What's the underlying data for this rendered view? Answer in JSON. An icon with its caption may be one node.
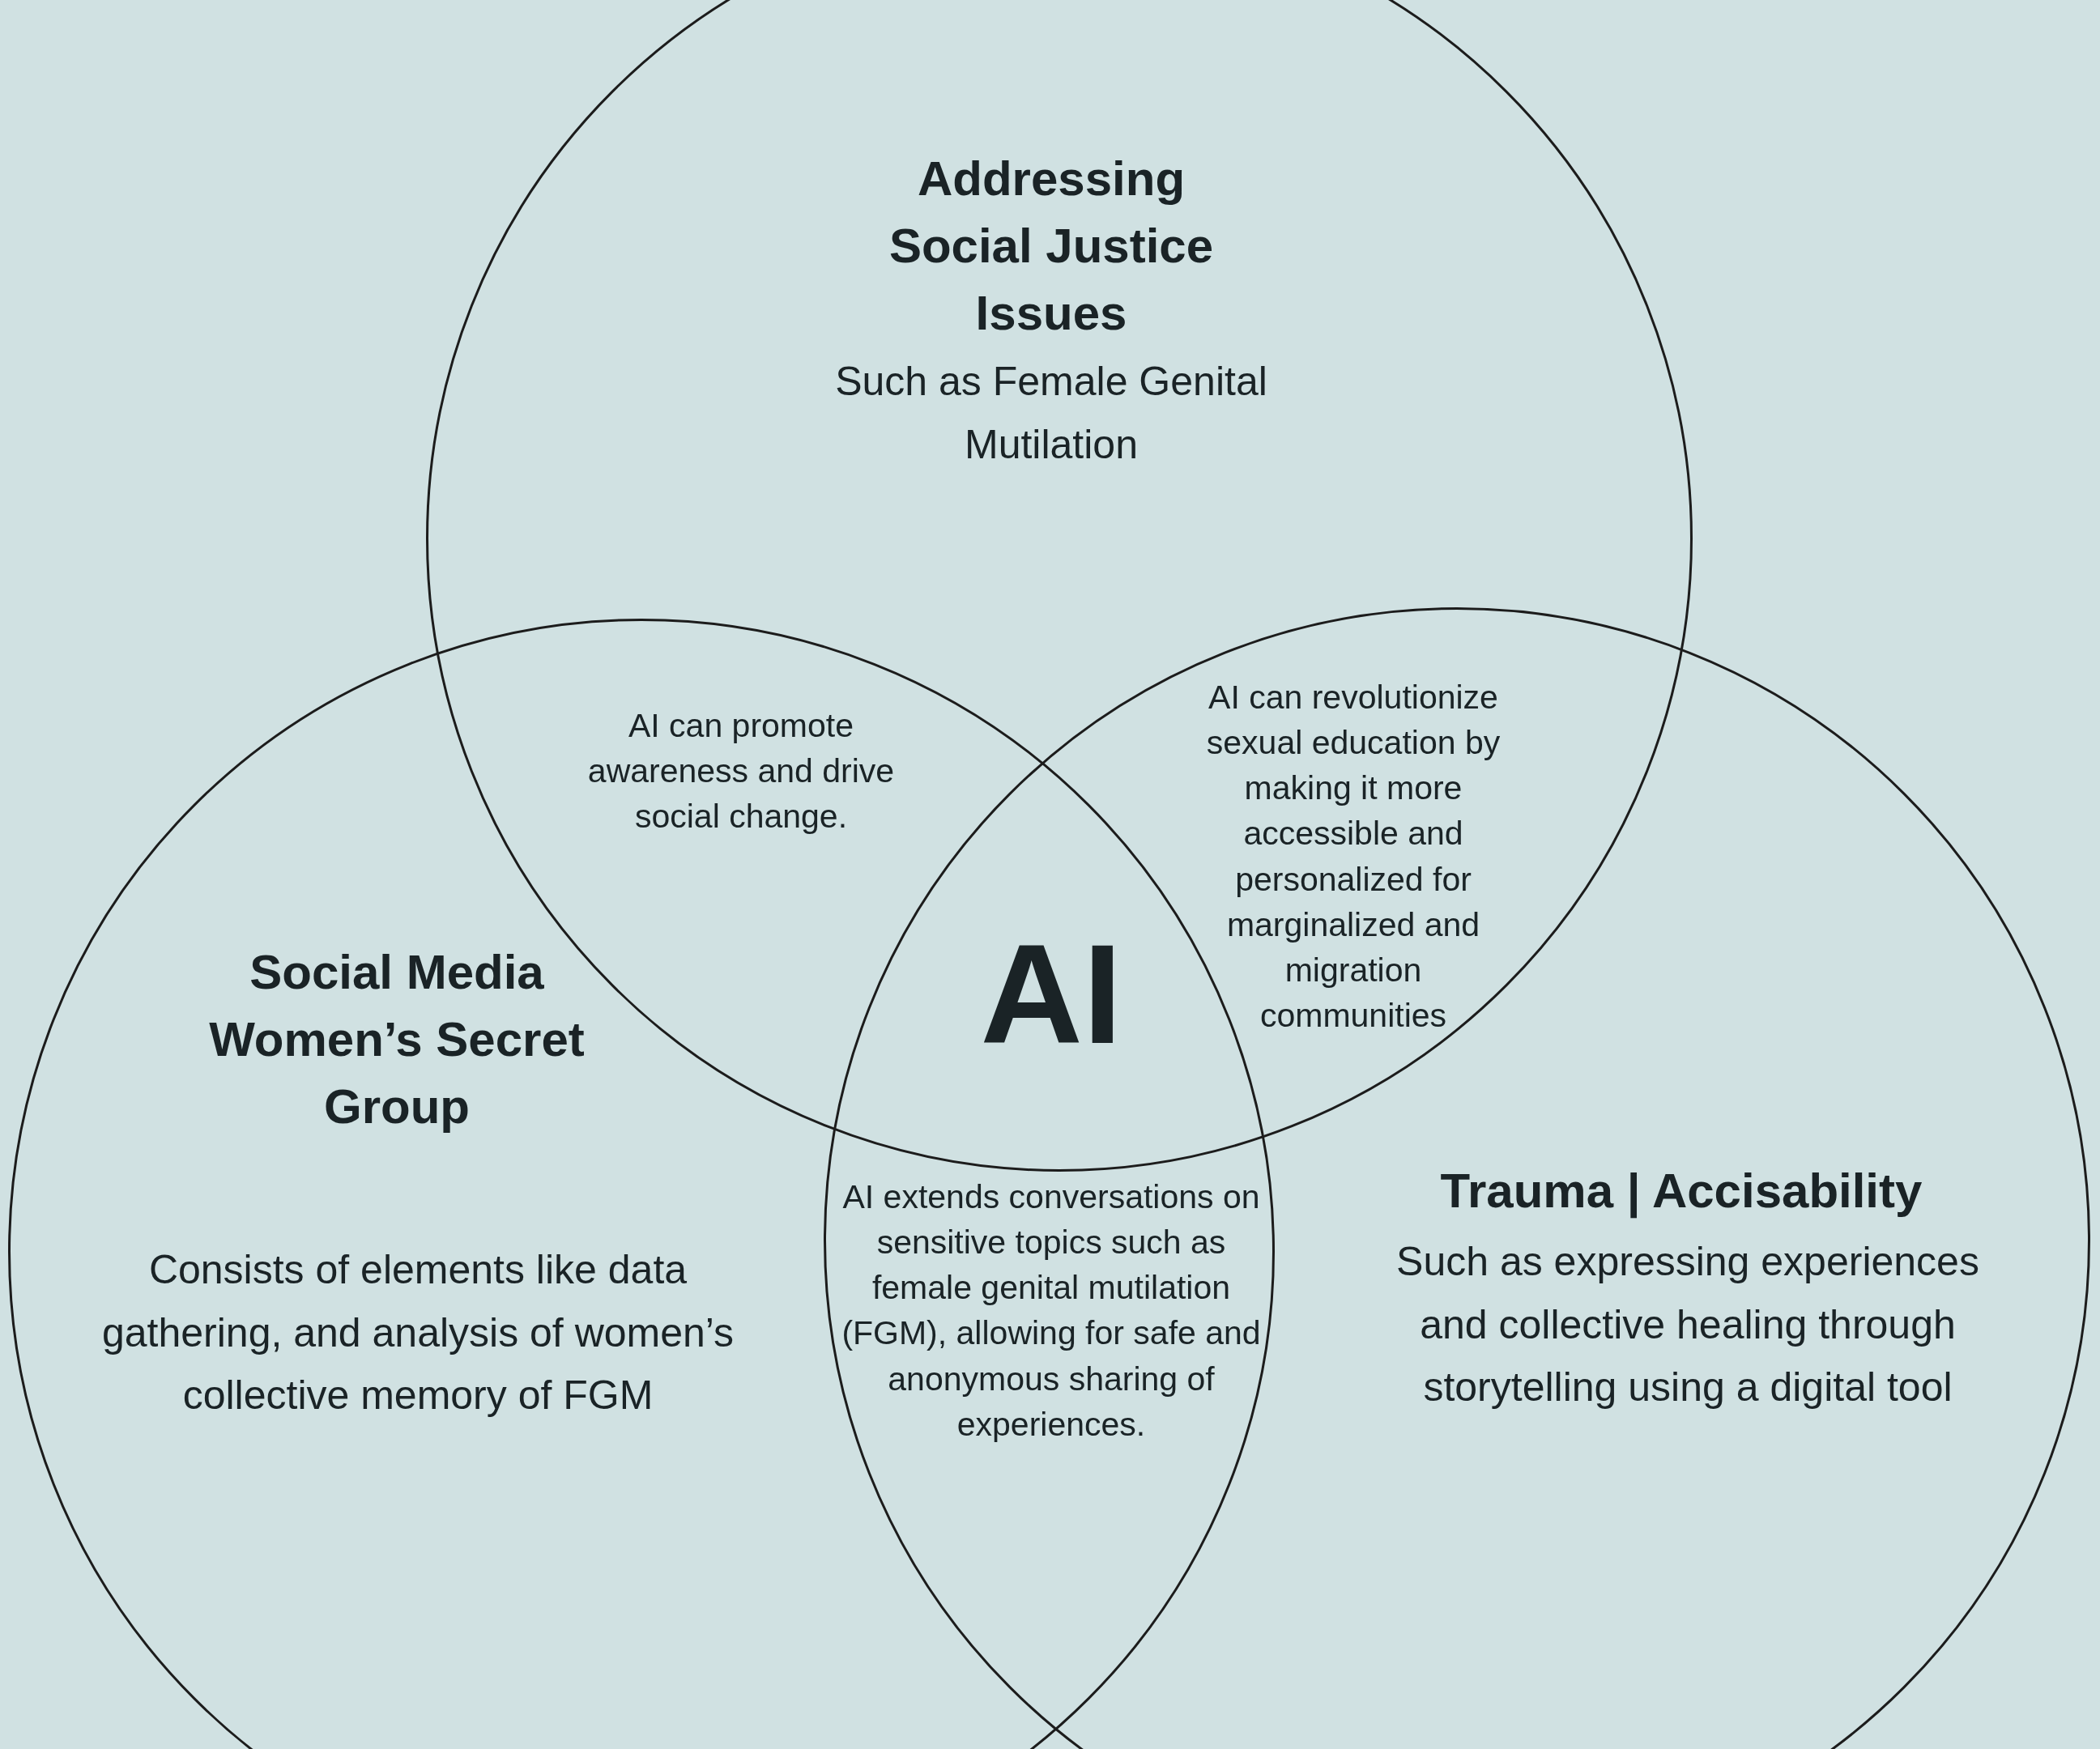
{
  "diagram": {
    "nodes": [
      {
        "text": [
          "Addressing Social Justice Issues",
          "Such as Female Genital Mutilation"
        ]
      },
      {
        "text": [
          "Social Media Women’s Secret Group",
          "Consists of elements like data gathering, and analysis of women’s collective memory of FGM"
        ]
      },
      {
        "text": [
          "Trauma | Accisability",
          "Such as expressing experiences and collective healing through storytelling using a digital tool"
        ]
      }
    ],
    "labels": [
      "AI can revolutionize sexual education by making it more accessible and personalized for marginalized and migration communities",
      "AI can promote awareness and drive social change.",
      "AI",
      "AI extends conversations on sensitive topics such as female genital mutilation (FGM), allowing for safe and anonymous sharing of experiences."
    ]
  }
}
